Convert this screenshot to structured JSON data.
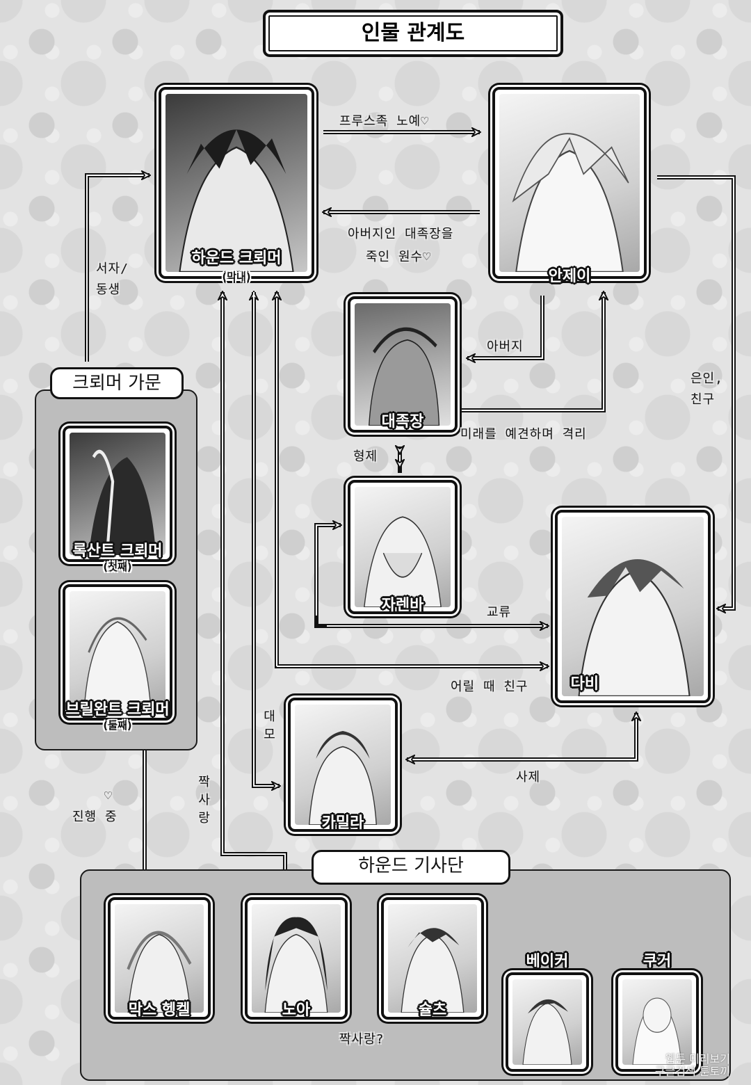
{
  "title": "인물 관계도",
  "groups": {
    "cremer_family": "크뢰머 가문",
    "hound_knights": "하운드 기사단"
  },
  "characters": {
    "hound": {
      "name": "하운드 크뢰머",
      "note": "(막내)"
    },
    "anjei": {
      "name": "안제이"
    },
    "chief": {
      "name": "대족장"
    },
    "jarenba": {
      "name": "자렌바"
    },
    "dabi": {
      "name": "다비"
    },
    "camilla": {
      "name": "카밀라"
    },
    "roxant": {
      "name": "록산트 크뢰머",
      "note": "(첫째)"
    },
    "brilliant": {
      "name": "브릴완트 크뢰머",
      "note": "(둘째)"
    },
    "max": {
      "name": "막스 헹켈"
    },
    "noah": {
      "name": "노아"
    },
    "schulz": {
      "name": "슐츠"
    },
    "baker": {
      "name": "베이커"
    },
    "cougar": {
      "name": "쿠거"
    }
  },
  "relations": {
    "hound_to_anjei": "프루스족 노예♡",
    "anjei_to_hound_1": "아버지인 대족장을",
    "anjei_to_hound_2": "죽인 원수♡",
    "family_to_hound": "서자/ 동생",
    "anjei_chief": "아버지",
    "chief_isolation": "미래를 예견하며 격리",
    "anjei_dabi": "은인, 친구",
    "chief_jarenba": "형제",
    "jarenba_dabi": "교류",
    "hound_dabi": "어릴 때 친구",
    "hound_camilla": "대모",
    "camilla_dabi": "사제",
    "noah_hound": "짝사랑",
    "brilliant_max_heart": "♡",
    "brilliant_max": "진행 중",
    "schulz_noah": "짝사랑?"
  },
  "watermark": {
    "line1": "웹툰 미리보기",
    "line2": "구글검색 툰토끼"
  }
}
